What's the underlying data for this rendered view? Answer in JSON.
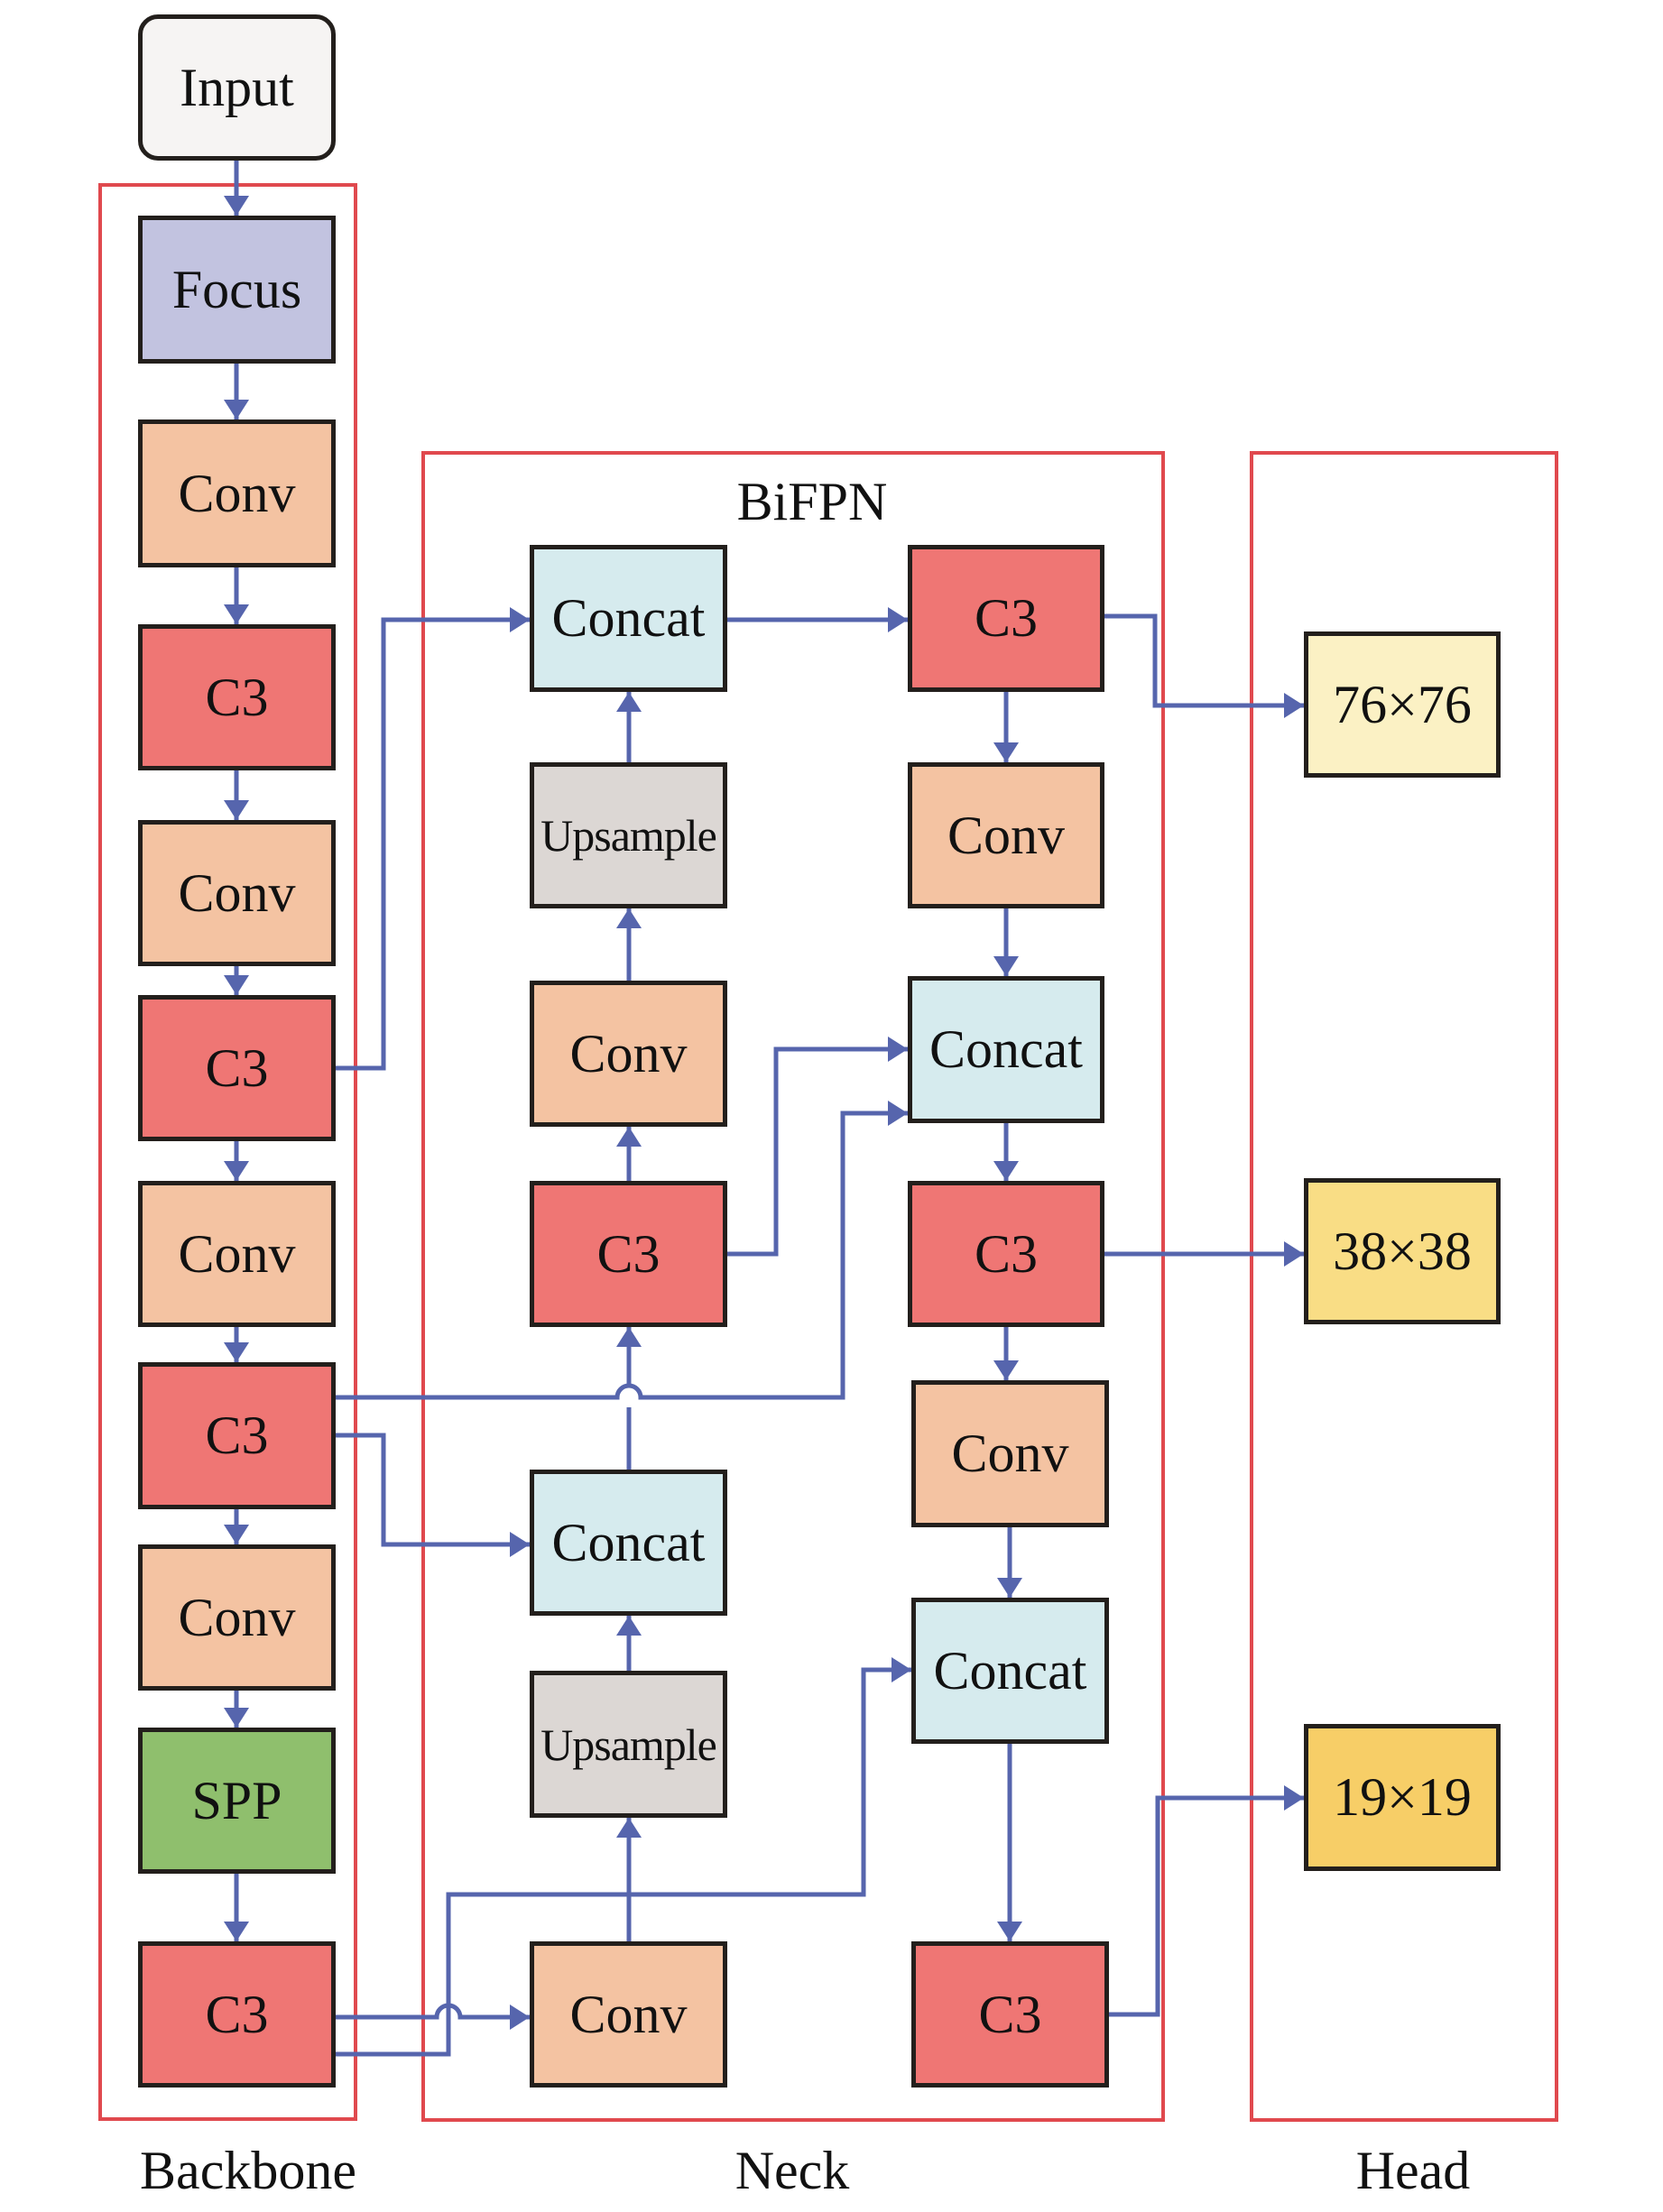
{
  "colors": {
    "input": "#f6f4f3",
    "focus": "#c2c3e0",
    "conv": "#f4c3a2",
    "c3": "#ef7674",
    "concat": "#d6ebee",
    "upsample": "#dcd7d4",
    "spp": "#8fbf6d",
    "head_76": "#fbf1c4",
    "head_38": "#f9dd85",
    "head_19": "#f7ce67",
    "arrow": "#5665ad",
    "group_border": "#e0494e"
  },
  "input": {
    "label": "Input"
  },
  "groups": {
    "backbone": {
      "label": "Backbone"
    },
    "neck": {
      "label": "Neck",
      "title": "BiFPN"
    },
    "head": {
      "label": "Head"
    }
  },
  "backbone": [
    {
      "id": "focus",
      "label": "Focus",
      "type": "focus"
    },
    {
      "id": "b_conv1",
      "label": "Conv",
      "type": "conv"
    },
    {
      "id": "b_c3_1",
      "label": "C3",
      "type": "c3"
    },
    {
      "id": "b_conv2",
      "label": "Conv",
      "type": "conv"
    },
    {
      "id": "b_c3_2",
      "label": "C3",
      "type": "c3"
    },
    {
      "id": "b_conv3",
      "label": "Conv",
      "type": "conv"
    },
    {
      "id": "b_c3_3",
      "label": "C3",
      "type": "c3"
    },
    {
      "id": "b_conv4",
      "label": "Conv",
      "type": "conv"
    },
    {
      "id": "b_spp",
      "label": "SPP",
      "type": "spp"
    },
    {
      "id": "b_c3_4",
      "label": "C3",
      "type": "c3"
    }
  ],
  "neck_left": [
    {
      "id": "n_concat1",
      "label": "Concat",
      "type": "concat"
    },
    {
      "id": "n_up1",
      "label": "Upsample",
      "type": "upsample"
    },
    {
      "id": "n_conv1",
      "label": "Conv",
      "type": "conv"
    },
    {
      "id": "n_c3_1",
      "label": "C3",
      "type": "c3"
    },
    {
      "id": "n_concat2",
      "label": "Concat",
      "type": "concat"
    },
    {
      "id": "n_up2",
      "label": "Upsample",
      "type": "upsample"
    },
    {
      "id": "n_conv2",
      "label": "Conv",
      "type": "conv"
    }
  ],
  "neck_right": [
    {
      "id": "n_c3_2",
      "label": "C3",
      "type": "c3"
    },
    {
      "id": "n_conv3",
      "label": "Conv",
      "type": "conv"
    },
    {
      "id": "n_concat3",
      "label": "Concat",
      "type": "concat"
    },
    {
      "id": "n_c3_3",
      "label": "C3",
      "type": "c3"
    },
    {
      "id": "n_conv4",
      "label": "Conv",
      "type": "conv"
    },
    {
      "id": "n_concat4",
      "label": "Concat",
      "type": "concat"
    },
    {
      "id": "n_c3_4",
      "label": "C3",
      "type": "c3"
    }
  ],
  "head": [
    {
      "id": "h76",
      "label": "76×76",
      "type": "head_76"
    },
    {
      "id": "h38",
      "label": "38×38",
      "type": "head_38"
    },
    {
      "id": "h19",
      "label": "19×19",
      "type": "head_19"
    }
  ],
  "edges": [
    [
      "input",
      "focus"
    ],
    [
      "focus",
      "b_conv1"
    ],
    [
      "b_conv1",
      "b_c3_1"
    ],
    [
      "b_c3_1",
      "b_conv2"
    ],
    [
      "b_conv2",
      "b_c3_2"
    ],
    [
      "b_c3_2",
      "b_conv3"
    ],
    [
      "b_conv3",
      "b_c3_3"
    ],
    [
      "b_c3_3",
      "b_conv4"
    ],
    [
      "b_conv4",
      "b_spp"
    ],
    [
      "b_spp",
      "b_c3_4"
    ],
    [
      "b_c3_2",
      "n_concat1"
    ],
    [
      "b_c3_3",
      "n_concat2"
    ],
    [
      "b_c3_3",
      "n_concat3"
    ],
    [
      "b_c3_4",
      "n_conv2"
    ],
    [
      "b_c3_4",
      "n_concat4"
    ],
    [
      "n_conv2",
      "n_up2"
    ],
    [
      "n_up2",
      "n_concat2"
    ],
    [
      "n_concat2",
      "n_c3_1"
    ],
    [
      "n_c3_1",
      "n_conv1"
    ],
    [
      "n_conv1",
      "n_up1"
    ],
    [
      "n_up1",
      "n_concat1"
    ],
    [
      "n_concat1",
      "n_c3_2"
    ],
    [
      "n_c3_1",
      "n_concat3"
    ],
    [
      "n_c3_2",
      "n_conv3"
    ],
    [
      "n_conv3",
      "n_concat3"
    ],
    [
      "n_concat3",
      "n_c3_3"
    ],
    [
      "n_c3_3",
      "n_conv4"
    ],
    [
      "n_conv4",
      "n_concat4"
    ],
    [
      "n_concat4",
      "n_c3_4"
    ],
    [
      "n_c3_2",
      "h76"
    ],
    [
      "n_c3_3",
      "h38"
    ],
    [
      "n_c3_4",
      "h19"
    ]
  ]
}
